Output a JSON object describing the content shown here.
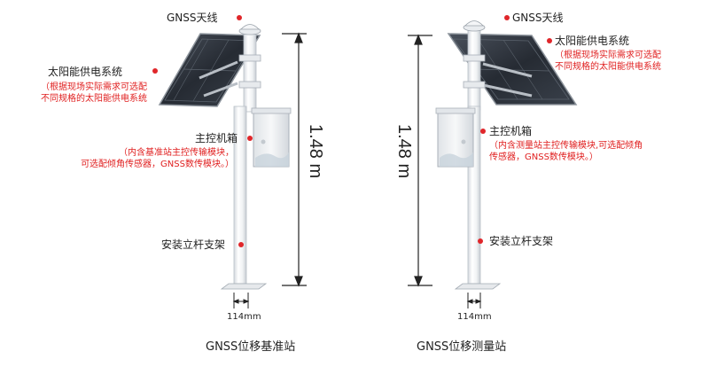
{
  "colors": {
    "accent_red": "#e0262a",
    "pole": "#f2f4f6",
    "pole_shade": "#cfd5db",
    "panel": "#2a2f38",
    "box": "#eef1f4"
  },
  "left": {
    "caption": "GNSS位移基准站",
    "labels": {
      "antenna": "GNSS天线",
      "solar": "太阳能供电系统",
      "solar_note": [
        "（根据现场实际需求可选配",
        "不同规格的太阳能供电系统"
      ],
      "box": "主控机箱",
      "box_note": [
        "（内含基准站主控传输模块，",
        "可选配倾角传感器，GNSS数传模块。）"
      ],
      "bracket": "安装立杆支架"
    },
    "height": "1.48 m",
    "width": "114mm"
  },
  "right": {
    "caption": "GNSS位移测量站",
    "labels": {
      "antenna": "GNSS天线",
      "solar": "太阳能供电系统",
      "solar_note": [
        "（根据现场实际需求可选配",
        "不同规格的太阳能供电系统"
      ],
      "box": "主控机箱",
      "box_note": [
        "（内含测量站主控传输模块,可选配倾角",
        "传感器，GNSS数传模块。）"
      ],
      "bracket": "安装立杆支架"
    },
    "height": "1.48 m",
    "width": "114mm"
  }
}
